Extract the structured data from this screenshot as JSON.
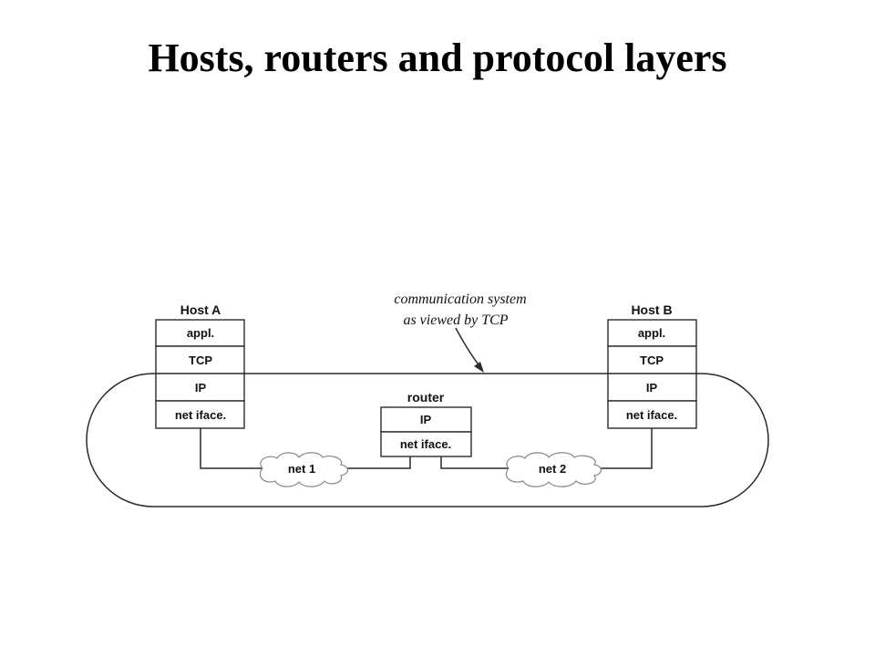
{
  "title": "Hosts, routers and protocol layers",
  "annotation": {
    "line1": "communication system",
    "line2": "as viewed by TCP"
  },
  "host_a": {
    "name": "Host A",
    "layers": [
      "appl.",
      "TCP",
      "IP",
      "net iface."
    ]
  },
  "host_b": {
    "name": "Host B",
    "layers": [
      "appl.",
      "TCP",
      "IP",
      "net iface."
    ]
  },
  "router": {
    "name": "router",
    "layers": [
      "IP",
      "net iface."
    ]
  },
  "networks": {
    "net1": "net 1",
    "net2": "net 2"
  }
}
